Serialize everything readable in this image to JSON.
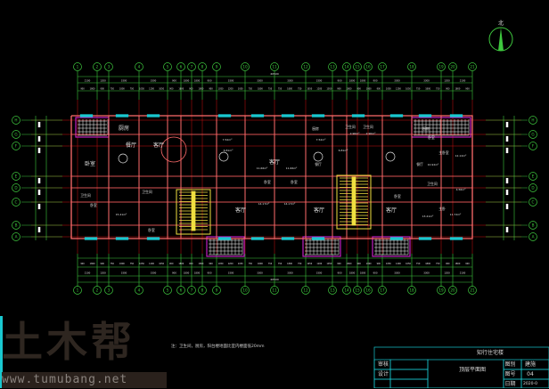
{
  "north_label": "北",
  "axes": {
    "numbers": [
      "1",
      "2",
      "3",
      "4",
      "5",
      "6",
      "7",
      "8",
      "9",
      "10",
      "11",
      "12",
      "13",
      "14",
      "15",
      "16",
      "17",
      "18",
      "19",
      "20",
      "21"
    ],
    "letters": [
      "H",
      "G",
      "F",
      "E",
      "D",
      "C",
      "B",
      "A"
    ]
  },
  "dimensions": {
    "total": "40500",
    "bays": [
      "2100",
      "1200",
      "3300",
      "3300",
      "900",
      "1800",
      "1800",
      "900",
      "3300",
      "3300",
      "3300",
      "3300",
      "900",
      "1800",
      "1800",
      "900",
      "3300",
      "3300",
      "1200",
      "2100"
    ],
    "detail": [
      "900",
      "1800",
      "900",
      "750",
      "1800",
      "750",
      "1050",
      "1200",
      "1050",
      "900",
      "1800",
      "900",
      "1800",
      "900",
      "1050",
      "1200",
      "1050",
      "750",
      "1800",
      "750",
      "750",
      "1800",
      "750",
      "1050",
      "1200",
      "1050",
      "900",
      "1800",
      "900",
      "1800",
      "900",
      "1050",
      "1200",
      "1050",
      "750",
      "1800",
      "750",
      "900",
      "1800",
      "900"
    ]
  },
  "rooms": [
    {
      "name": "厨房"
    },
    {
      "name": "餐厅"
    },
    {
      "name": "客厅"
    },
    {
      "name": "卧室"
    },
    {
      "name": "卧室"
    },
    {
      "name": "卧室"
    },
    {
      "name": "卫生间"
    },
    {
      "name": "卫生间"
    },
    {
      "name": "卧室"
    },
    {
      "name": "卧室"
    },
    {
      "name": "客厅"
    },
    {
      "name": "客厅"
    },
    {
      "name": "厨房"
    },
    {
      "name": "餐厅"
    },
    {
      "name": "客厅"
    },
    {
      "name": "卫生间"
    },
    {
      "name": "卫生间"
    },
    {
      "name": "厨房"
    },
    {
      "name": "餐厅"
    },
    {
      "name": "客厅"
    },
    {
      "name": "卧室"
    },
    {
      "name": "主卧室"
    },
    {
      "name": "卫生间"
    },
    {
      "name": "卧室"
    },
    {
      "name": "主卧"
    }
  ],
  "areas": [
    "15.41m²",
    "11.66m²",
    "11.66m²",
    "14.17m²",
    "14.17m²",
    "7.52m²",
    "7.52m²",
    "2.90m²",
    "2.90m²",
    "6.81m²",
    "6.81m²",
    "10.92m²",
    "12.12m²",
    "4.56m²",
    "11.72m²",
    "13.41m²"
  ],
  "note": "注：卫生间，厨房，阳台楼地面比室内楼面低20mm",
  "watermark": {
    "brand": "土木帮",
    "url": "www.tumubang.net"
  },
  "title_block": {
    "project": "知行住宅楼",
    "check_label": "审核",
    "design_label": "设计",
    "drawing_name": "顶层平面图",
    "category_label": "图别",
    "category_value": "建施",
    "number_label": "图号",
    "number_value": "04",
    "date_label": "日期",
    "date_value": "2020-0"
  },
  "colors": {
    "axis": "#3ec83e",
    "wall": "#ff6b6b",
    "grid": "#d01010",
    "window": "#19c8d0",
    "balcony": "#c020c0",
    "stair": "#f0e040",
    "text": "#e0e0e0"
  }
}
